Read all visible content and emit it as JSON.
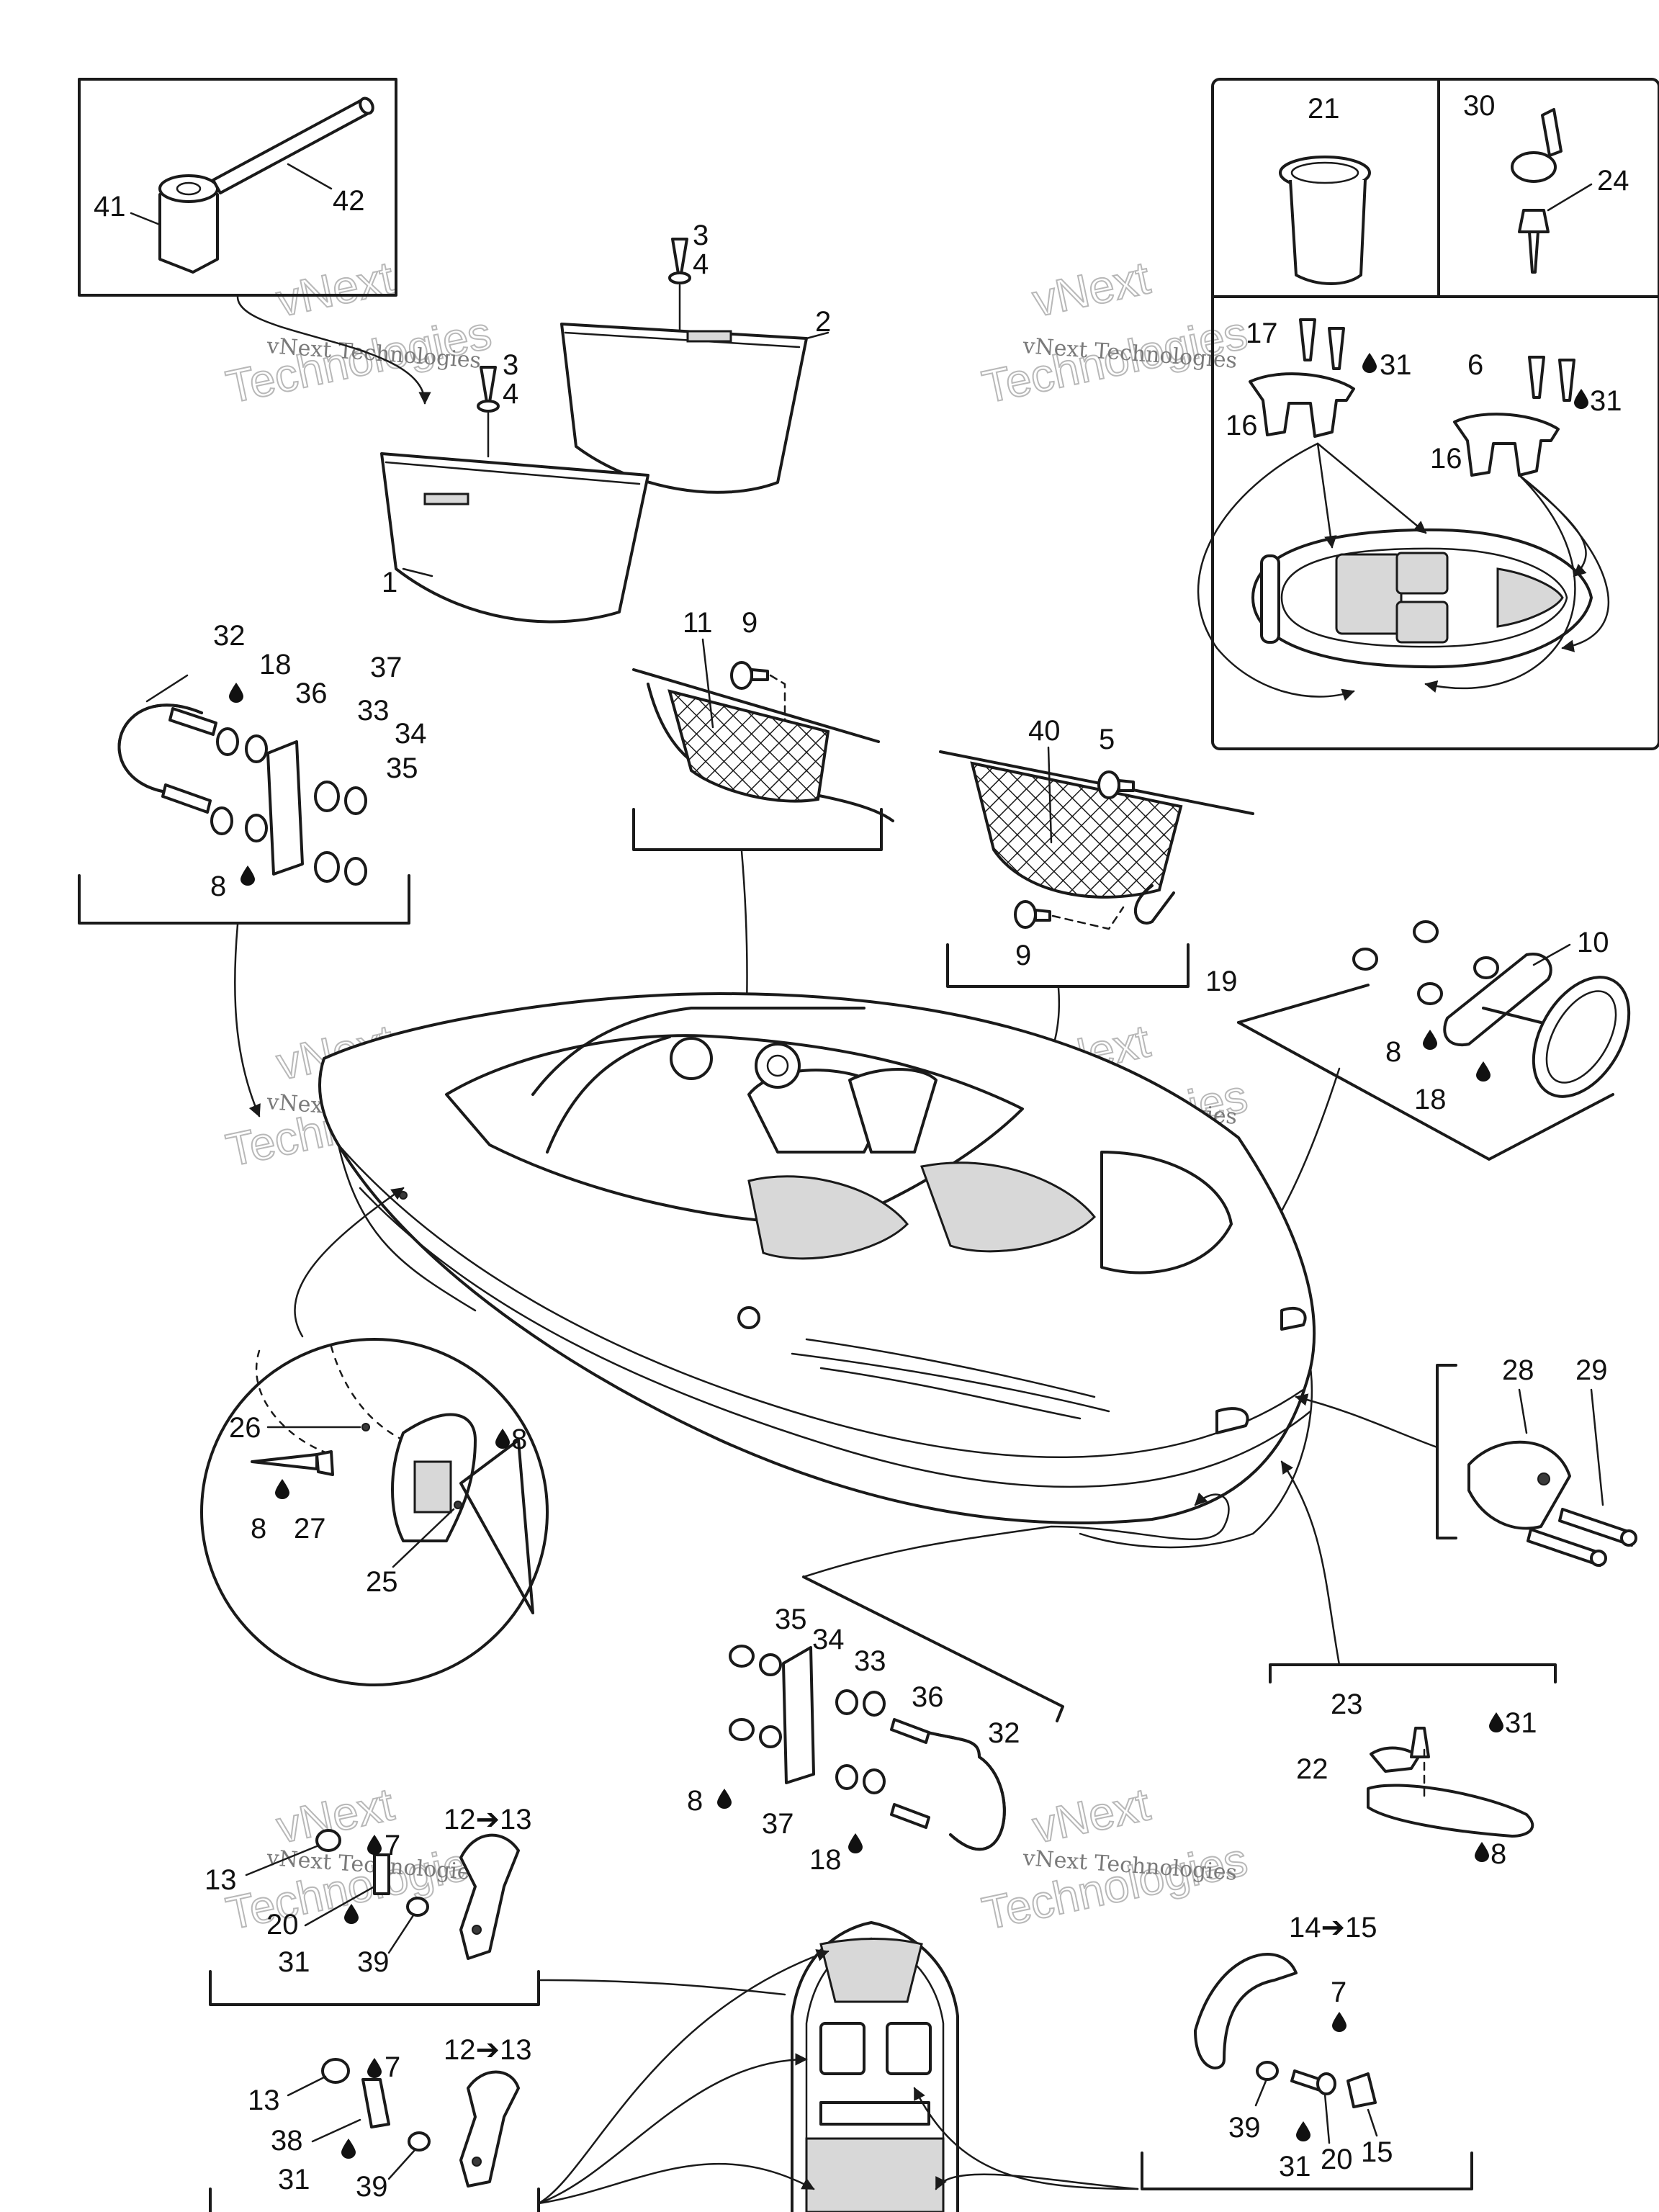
{
  "watermark": {
    "line1": "vNext Technologies",
    "line2": "vNext",
    "line3": "Technologies"
  },
  "callouts": {
    "c1": "1",
    "c2": "2",
    "c3a": "3",
    "c4a": "4",
    "c3b": "3",
    "c4b": "4",
    "c41": "41",
    "c42": "42",
    "c21": "21",
    "c30": "30",
    "c24": "24",
    "c17": "17",
    "c31a": "31",
    "c6": "6",
    "c31b": "31",
    "c16a": "16",
    "c16b": "16",
    "c32a": "32",
    "c18a": "18",
    "c36a": "36",
    "c37a": "37",
    "c33a": "33",
    "c34a": "34",
    "c35a": "35",
    "c8a": "8",
    "c11": "11",
    "c9a": "9",
    "c40": "40",
    "c5": "5",
    "c9b": "9",
    "c19": "19",
    "c10": "10",
    "c8b": "8",
    "c18b": "18",
    "c26": "26",
    "c8c": "8",
    "c8d": "8",
    "c27": "27",
    "c25": "25",
    "c28": "28",
    "c29": "29",
    "c35b": "35",
    "c34b": "34",
    "c33b": "33",
    "c36b": "36",
    "c32b": "32",
    "c8e": "8",
    "c37b": "37",
    "c18c": "18",
    "c23": "23",
    "c31c": "31",
    "c22": "22",
    "c8f": "8",
    "c12a": "12➔13",
    "c7a": "7",
    "c13a": "13",
    "c20a": "20",
    "c31d": "31",
    "c39a": "39",
    "c14": "14➔15",
    "c7b": "7",
    "c39b": "39",
    "c31e": "31",
    "c20b": "20",
    "c15": "15",
    "c12b": "12➔13",
    "c7c": "7",
    "c13b": "13",
    "c38": "38",
    "c31f": "31",
    "c39c": "39"
  },
  "icons": {
    "drop": "adhesive-drop-icon",
    "arrow": "replacement-arrow"
  }
}
